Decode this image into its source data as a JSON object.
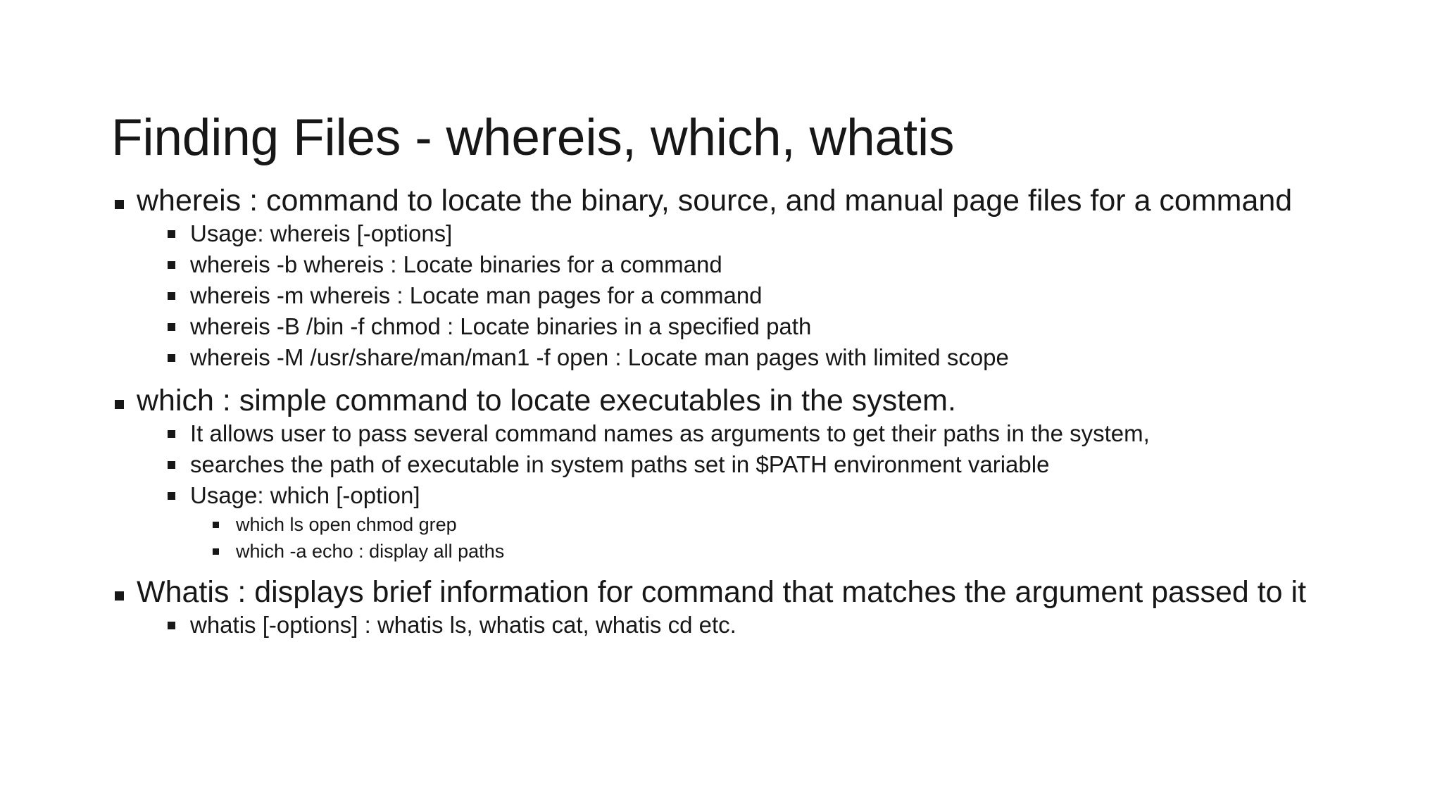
{
  "slide": {
    "title": "Finding Files - whereis, which, whatis",
    "background_color": "#ffffff",
    "text_color": "#171717",
    "bullet_marker": "filled-square",
    "content": [
      {
        "level": 1,
        "text": "whereis : command to locate the binary, source, and manual page files for a command"
      },
      {
        "level": 2,
        "text": "Usage: whereis [-options]"
      },
      {
        "level": 2,
        "text": "whereis -b whereis : Locate binaries for a command"
      },
      {
        "level": 2,
        "text": "whereis -m whereis : Locate man pages for a command"
      },
      {
        "level": 2,
        "text": "whereis -B /bin -f chmod : Locate binaries in a specified path"
      },
      {
        "level": 2,
        "text": "whereis -M /usr/share/man/man1 -f open : Locate man pages with limited scope"
      },
      {
        "level": 1,
        "text": "which : simple command to locate executables in the system."
      },
      {
        "level": 2,
        "text": "It allows user to pass several command names as arguments to get their paths in the system,"
      },
      {
        "level": 2,
        "text": "searches the path of executable in system paths set in $PATH environment variable"
      },
      {
        "level": 2,
        "text": "Usage: which [-option]"
      },
      {
        "level": 3,
        "text": "which ls open chmod grep"
      },
      {
        "level": 3,
        "text": "which -a  echo : display all paths"
      },
      {
        "level": 1,
        "text": "Whatis : displays brief information for command that matches the argument passed to it"
      },
      {
        "level": 2,
        "text": "whatis [-options] : whatis ls, whatis cat, whatis cd etc."
      }
    ]
  }
}
